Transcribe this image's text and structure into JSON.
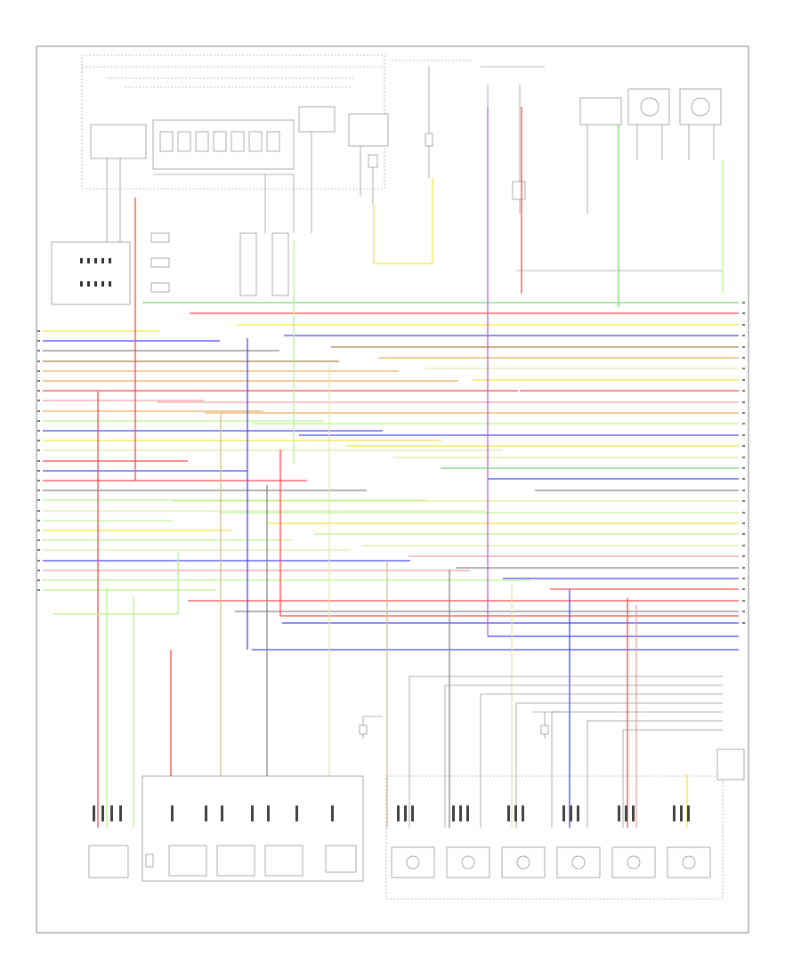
{
  "diagram": {
    "page_corner_label": "",
    "wire_palette": {
      "red": "#ff4a4a",
      "blue": "#4a4aff",
      "green": "#7ad67a",
      "yellow": "#f2e640",
      "lightgreen": "#b7f58a",
      "orange": "#e8b060",
      "brown": "#a8844e",
      "gray": "#8a8a8a",
      "pink": "#f1a3a3",
      "violet": "#b06ad0",
      "pale": "#e8e6a8",
      "tan": "#d4c090"
    },
    "harness_colors_left": [
      "yellow",
      "blue",
      "gray",
      "brown",
      "orange",
      "orange",
      "red",
      "pink",
      "orange",
      "lightgreen",
      "blue",
      "yellow",
      "pale",
      "red",
      "blue",
      "red",
      "gray",
      "lightgreen",
      "pale",
      "lightgreen",
      "yellow",
      "lightgreen",
      "pale",
      "blue",
      "pink",
      "lightgreen",
      "lightgreen"
    ],
    "harness_colors_right": [
      "green",
      "red",
      "yellow",
      "blue",
      "brown",
      "orange",
      "pale",
      "yellow",
      "red",
      "pink",
      "orange",
      "lightgreen",
      "blue",
      "yellow",
      "pale",
      "green",
      "blue",
      "gray",
      "pale",
      "lightgreen",
      "yellow",
      "lightgreen",
      "pale",
      "pink",
      "gray",
      "blue",
      "red",
      "red",
      "gray",
      "blue"
    ],
    "lower_components": [
      "",
      "",
      "",
      "",
      "",
      "",
      "",
      "",
      "",
      "",
      "",
      ""
    ]
  }
}
